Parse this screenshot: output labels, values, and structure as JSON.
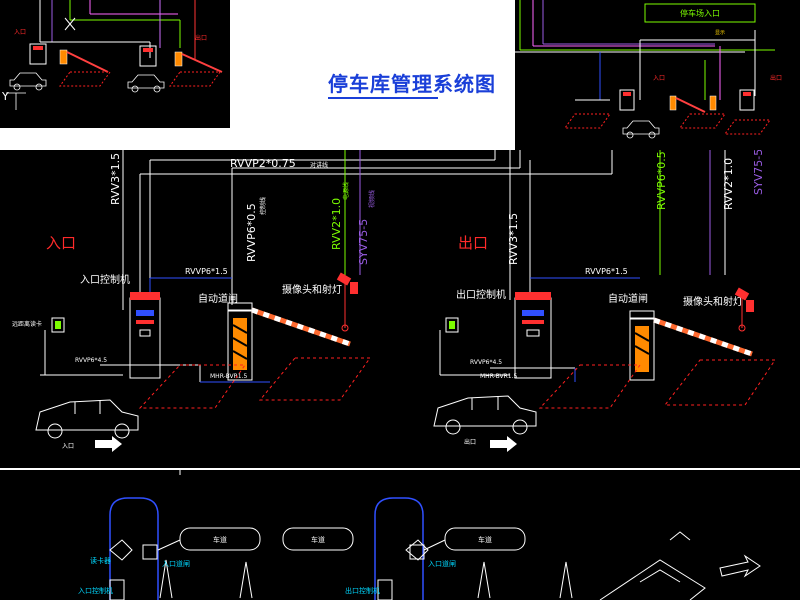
{
  "title": "停车库管理系统图",
  "top_left": {
    "axis_label": "Y"
  },
  "top_right": {
    "sign": "停车场入口"
  },
  "main": {
    "cables": {
      "rvv3_15": "RVV3*1.5",
      "rvvp2_075": "RVVP2*0.75",
      "rvvp2_075_note": "对讲线",
      "rvvp6_05": "RVVP6*0.5",
      "rvvp6_05_note": "控制线",
      "rvv2_10": "RVV2*1.0",
      "rvv2_10_note": "电源线",
      "syv75_5": "SYV75-5",
      "syv75_5_note": "视频线",
      "rvvp6_15": "RVVP6*1.5",
      "rvvp6_45": "RVVP6*4.5",
      "mhr": "MHR-BVR1.5"
    },
    "entrance": {
      "section_label": "入口",
      "controller": "入口控制机",
      "barrier": "自动道闸",
      "camera": "摄像头和射灯",
      "reader": "远距离读卡",
      "car_label": "入口"
    },
    "exit": {
      "section_label": "出口",
      "controller": "出口控制机",
      "barrier": "自动道闸",
      "camera": "摄像头和射灯",
      "car_label": "出口"
    }
  },
  "bottom": {
    "lane1": "车道",
    "lane2": "车道",
    "lane3": "车道",
    "reader": "读卡器",
    "entry_gate": "入口道闸",
    "entry_controller": "入口控制机",
    "entry_gate2": "入口道闸",
    "exit_controller": "出口控制机"
  }
}
